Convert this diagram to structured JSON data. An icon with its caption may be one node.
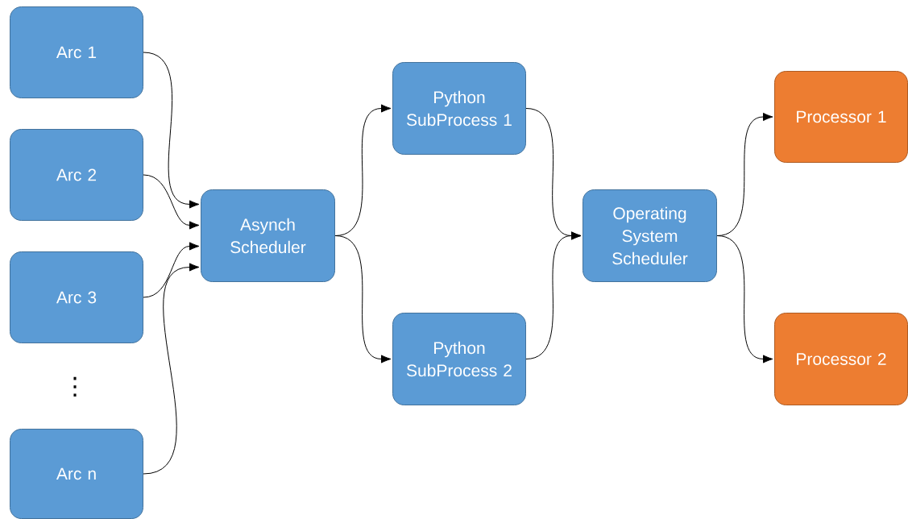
{
  "diagram": {
    "nodes": [
      {
        "text": [
          "Arc 1"
        ]
      },
      {
        "text": [
          "Arc 2"
        ]
      },
      {
        "text": [
          "Arc 3"
        ]
      },
      {
        "text": [
          "Arc n"
        ]
      },
      {
        "text": [
          "Asynch Scheduler"
        ]
      },
      {
        "text": [
          "Python SubProcess 1"
        ]
      },
      {
        "text": [
          "Python SubProcess 2"
        ]
      },
      {
        "text": [
          "Operating System Scheduler"
        ]
      },
      {
        "text": [
          "Processor 1"
        ]
      },
      {
        "text": [
          "Processor 2"
        ]
      }
    ],
    "edges": [
      {
        "from": 0,
        "to": 4,
        "arrow": "to"
      },
      {
        "from": 1,
        "to": 4,
        "arrow": "to"
      },
      {
        "from": 2,
        "to": 4,
        "arrow": "to"
      },
      {
        "from": 3,
        "to": 4,
        "arrow": "to"
      },
      {
        "from": 4,
        "to": 5,
        "arrow": "to"
      },
      {
        "from": 4,
        "to": 6,
        "arrow": "to"
      },
      {
        "from": 5,
        "to": 7,
        "arrow": "to"
      },
      {
        "from": 6,
        "to": 7,
        "arrow": "to"
      },
      {
        "from": 7,
        "to": 8,
        "arrow": "to"
      },
      {
        "from": 7,
        "to": 9,
        "arrow": "to"
      }
    ],
    "labels": [
      "⋮"
    ]
  }
}
